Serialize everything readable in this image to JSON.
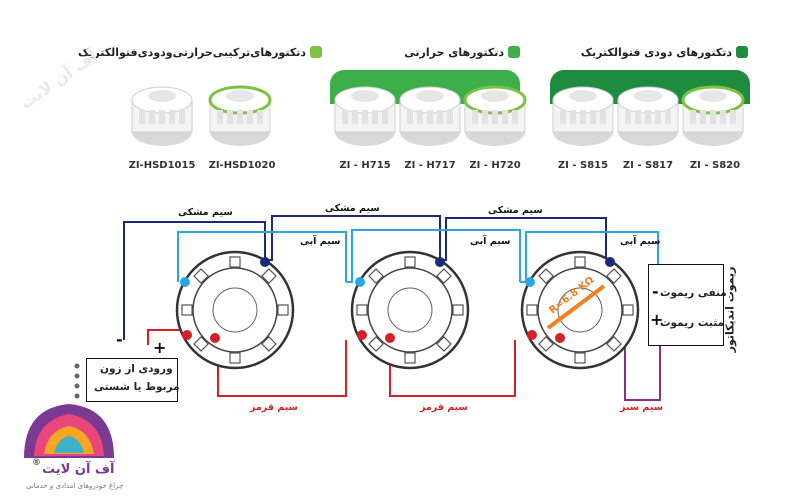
{
  "groups": [
    {
      "title": "دتکتورهای‌ترکیبی‌حرارتی‌ودودی‌فتوالکتریک",
      "accent": "#7dc242",
      "models": [
        "ZI-HSD1015",
        "ZI-HSD1020"
      ]
    },
    {
      "title": "دتکتورهای حرارتی",
      "accent": "#3dae49",
      "models": [
        "ZI - H715",
        "ZI - H717",
        "ZI - H720"
      ]
    },
    {
      "title": "دتکتورهای دودی فتوالکتریک",
      "accent": "#1e8c3f",
      "models": [
        "ZI - S815",
        "ZI - S817",
        "ZI - S820"
      ]
    }
  ],
  "wires": {
    "black_1": "سیم مشکی",
    "black_2": "سیم مشکی",
    "black_3": "سیم مشکی",
    "blue_1": "سیم آبی",
    "blue_2": "سیم آبی",
    "blue_3": "سیم آبی",
    "red_1": "سیم قرمز",
    "red_2": "سیم قرمز",
    "green": "سیم سبز"
  },
  "resistor": "R=6.8 KΩ",
  "remote_box": {
    "title": "ریموت اندیکاتور",
    "negative": "منفی ریموت",
    "positive": "مثبت ریموت",
    "neg_sign": "-",
    "pos_sign": "+"
  },
  "zone_box": {
    "line1": "ورودی از زون",
    "line2": "مربوط یا شستی",
    "neg_sign": "-",
    "pos_sign": "+"
  },
  "logo": {
    "name": "آف آن لایت",
    "symbol": "®",
    "tagline": "چراغ خودروهای امدادی و خدماتی",
    "watermark": "آف آن لایت"
  },
  "colors": {
    "black_wire": "#1a2a7a",
    "blue_wire": "#29a8e0",
    "red_wire": "#d62027",
    "green_wire": "#8a2f8f",
    "resistor": "#f47f20"
  }
}
